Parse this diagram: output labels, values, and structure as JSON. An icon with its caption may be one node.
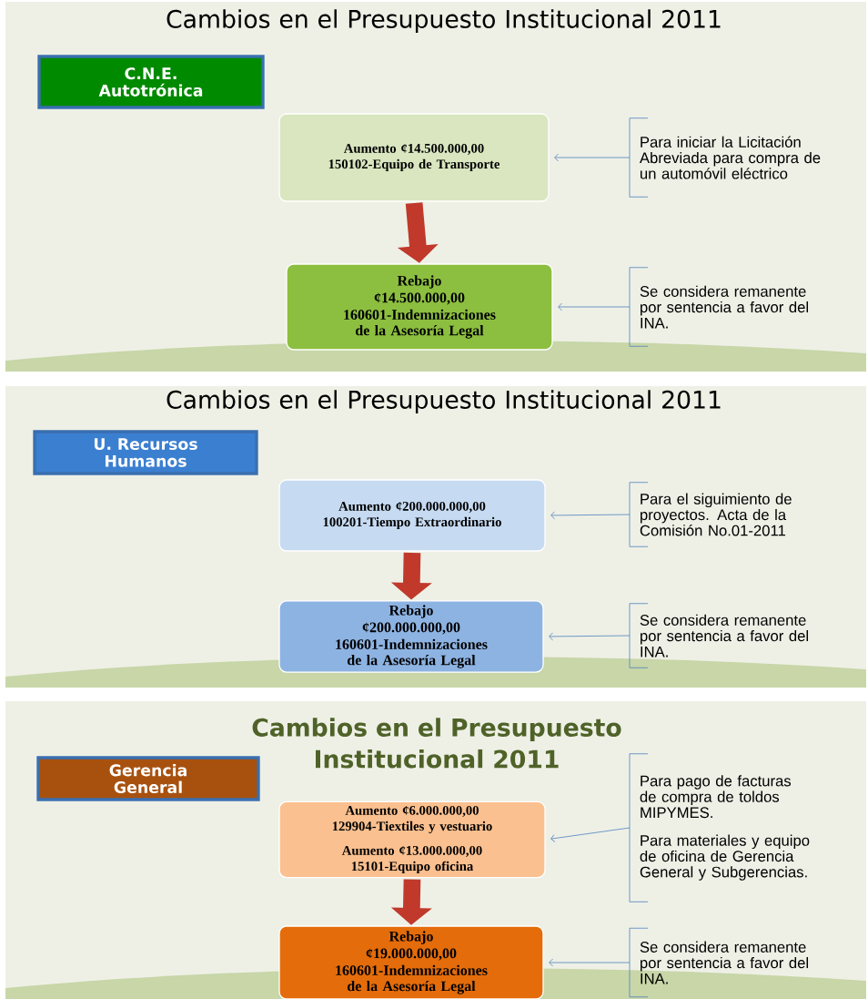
{
  "diagram": {
    "nodes": [
      {
        "text": [
          "Cambios en el Presupuesto Institucional 2011"
        ]
      },
      {
        "text": [
          "C.N.E. Autotrónica"
        ],
        "in": 0
      },
      {
        "text": [
          "Aumento ¢14.500.000,00",
          "150102-Equipo de Transporte"
        ],
        "in": 0
      },
      {
        "text": [
          "Rebajo",
          "¢14.500.000,00",
          "160601-Indemnizaciones de la Asesoría Legal"
        ],
        "in": 0
      },
      {
        "text": [
          "Para iniciar la Licitación Abreviada para compra de un automóvil eléctrico"
        ],
        "in": 0
      },
      {
        "text": [
          "Se considera remanente por sentencia a favor del INA."
        ],
        "in": 0
      },
      {
        "text": [
          "Cambios en el Presupuesto Institucional 2011"
        ]
      },
      {
        "text": [
          "U. Recursos Humanos"
        ],
        "in": 6
      },
      {
        "text": [
          "Aumento ¢200.000.000,00",
          "100201-Tiempo Extraordinario"
        ],
        "in": 6
      },
      {
        "text": [
          "Rebajo",
          "¢200.000.000,00",
          "160601-Indemnizaciones de la Asesoría Legal"
        ],
        "in": 6
      },
      {
        "text": [
          "Para el siguimiento de proyectos. Acta de la Comisión No.01-2011"
        ],
        "in": 6
      },
      {
        "text": [
          "Se considera remanente por sentencia a favor del INA."
        ],
        "in": 6
      },
      {
        "text": [
          "Cambios en el Presupuesto Institucional 2011"
        ]
      },
      {
        "text": [
          "Gerencia General"
        ],
        "in": 12
      },
      {
        "text": [
          "Aumento ¢6.000.000,00",
          "129904-Tiextiles y vestuario",
          "Aumento ¢13.000.000,00",
          "15101-Equipo oficina"
        ],
        "in": 12
      },
      {
        "text": [
          "Rebajo",
          "¢19.000.000,00",
          "160601-Indemnizaciones de la Asesoría Legal"
        ],
        "in": 12
      },
      {
        "text": [
          "Para pago de facturas de compra de toldos MIPYMES.",
          "Para materiales y equipo de oficina de Gerencia General y Subgerencias."
        ],
        "in": 12
      },
      {
        "text": [
          "Se considera remanente por sentencia a favor del INA."
        ],
        "in": 12
      }
    ],
    "edges": [
      {
        "from": 2,
        "to": 3,
        "arrow": "to",
        "style": "thick",
        "color": "#c0392b"
      },
      {
        "from": 4,
        "to": 2,
        "arrow": "to"
      },
      {
        "from": 5,
        "to": 3,
        "arrow": "to"
      },
      {
        "from": 8,
        "to": 9,
        "arrow": "to",
        "style": "thick",
        "color": "#c0392b"
      },
      {
        "from": 10,
        "to": 8,
        "arrow": "to"
      },
      {
        "from": 11,
        "to": 9,
        "arrow": "to"
      },
      {
        "from": 14,
        "to": 15,
        "arrow": "to",
        "style": "thick",
        "color": "#c0392b"
      },
      {
        "from": 16,
        "to": 14,
        "arrow": "to"
      },
      {
        "from": 17,
        "to": 15,
        "arrow": "to"
      }
    ]
  }
}
